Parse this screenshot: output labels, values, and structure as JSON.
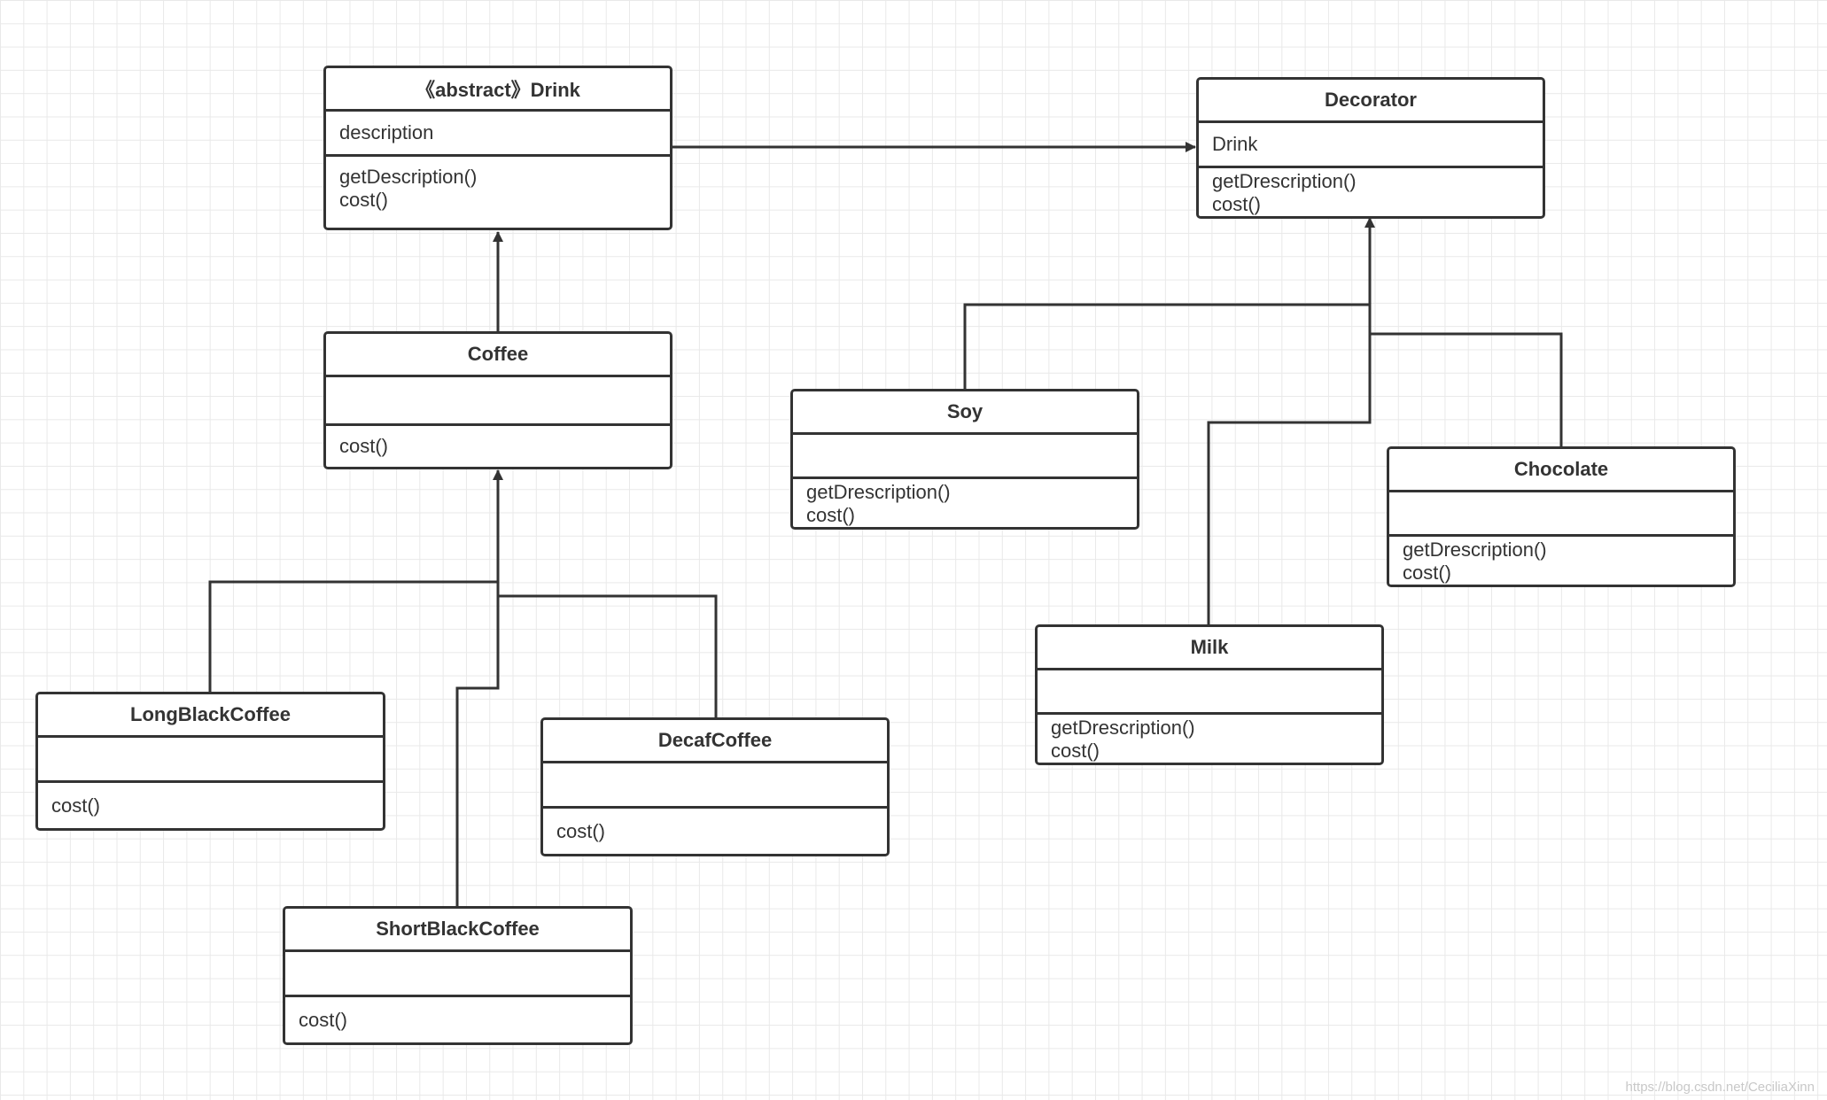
{
  "classes": {
    "drink": {
      "name": "《abstract》Drink",
      "attributes": [
        "description"
      ],
      "operations": [
        "getDescription()",
        "cost()"
      ]
    },
    "decorator": {
      "name": "Decorator",
      "attributes": [
        "Drink"
      ],
      "operations": [
        "getDrescription()",
        "cost()"
      ]
    },
    "coffee": {
      "name": "Coffee",
      "attributes": [],
      "operations": [
        "cost()"
      ]
    },
    "soy": {
      "name": "Soy",
      "attributes": [],
      "operations": [
        "getDrescription()",
        "cost()"
      ]
    },
    "chocolate": {
      "name": "Chocolate",
      "attributes": [],
      "operations": [
        "getDrescription()",
        "cost()"
      ]
    },
    "milk": {
      "name": "Milk",
      "attributes": [],
      "operations": [
        "getDrescription()",
        "cost()"
      ]
    },
    "long_black_coffee": {
      "name": "LongBlackCoffee",
      "attributes": [],
      "operations": [
        "cost()"
      ]
    },
    "decaf_coffee": {
      "name": "DecafCoffee",
      "attributes": [],
      "operations": [
        "cost()"
      ]
    },
    "short_black_coffee": {
      "name": "ShortBlackCoffee",
      "attributes": [],
      "operations": [
        "cost()"
      ]
    }
  },
  "relations": [
    {
      "type": "association",
      "from": "drink",
      "to": "decorator"
    },
    {
      "type": "inheritance",
      "from": "coffee",
      "to": "drink"
    },
    {
      "type": "inheritance",
      "from": "long_black_coffee",
      "to": "coffee"
    },
    {
      "type": "inheritance",
      "from": "short_black_coffee",
      "to": "coffee"
    },
    {
      "type": "inheritance",
      "from": "decaf_coffee",
      "to": "coffee"
    },
    {
      "type": "inheritance",
      "from": "soy",
      "to": "decorator"
    },
    {
      "type": "inheritance",
      "from": "milk",
      "to": "decorator"
    },
    {
      "type": "inheritance",
      "from": "chocolate",
      "to": "decorator"
    }
  ],
  "watermark": "https://blog.csdn.net/CeciliaXinn",
  "colors": {
    "line": "#333333",
    "grid": "#e9e9e9",
    "background": "#ffffff"
  }
}
